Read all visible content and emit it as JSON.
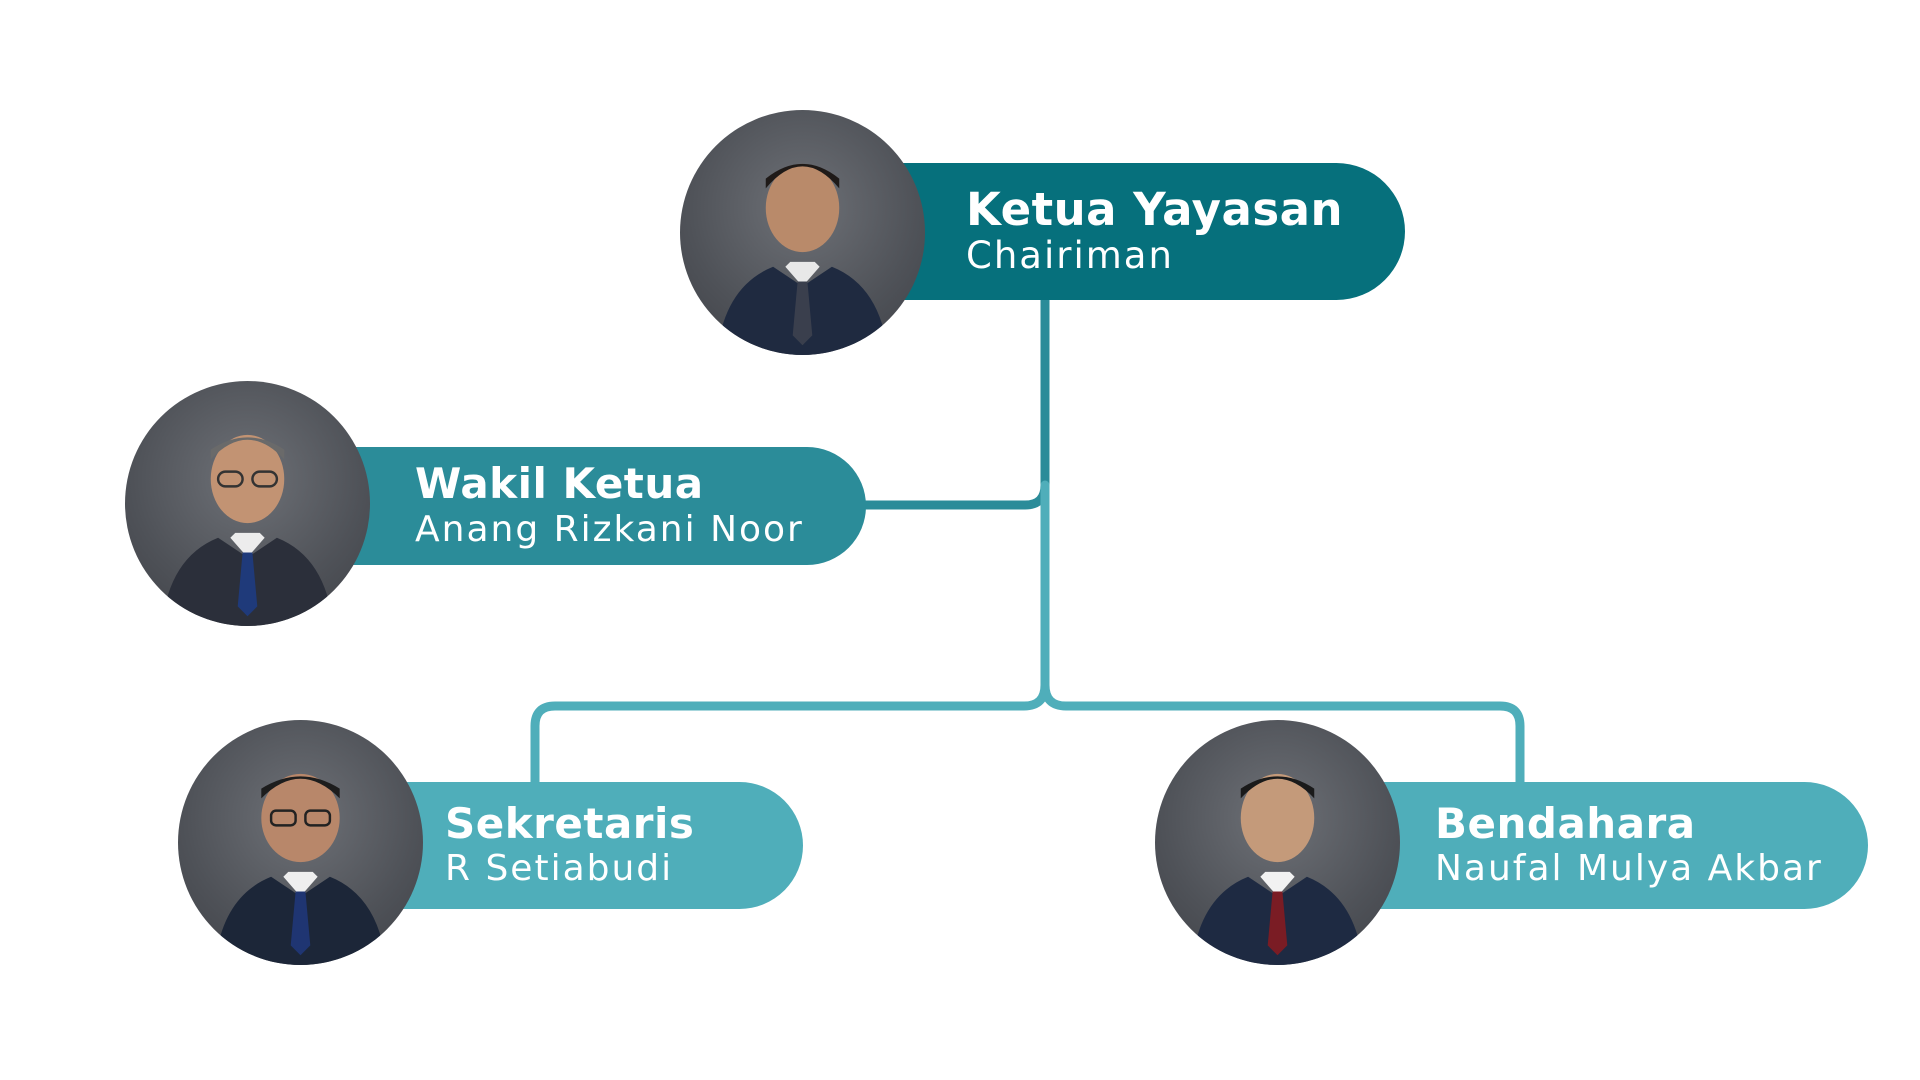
{
  "org_chart": {
    "chairman": {
      "role": "Ketua Yayasan",
      "name": "Chairiman",
      "color": "#06707c"
    },
    "vice_chairman": {
      "role": "Wakil Ketua",
      "name": "Anang Rizkani Noor",
      "color": "#2b8c99"
    },
    "secretary": {
      "role": "Sekretaris",
      "name": "R Setiabudi",
      "color": "#4faeba"
    },
    "treasurer": {
      "role": "Bendahara",
      "name": "Naufal Mulya Akbar",
      "color": "#4faeba"
    },
    "connector_colors": {
      "upper": "#06707c",
      "lower": "#4faeba"
    },
    "avatar_icons": [
      "person-photo-icon"
    ]
  }
}
